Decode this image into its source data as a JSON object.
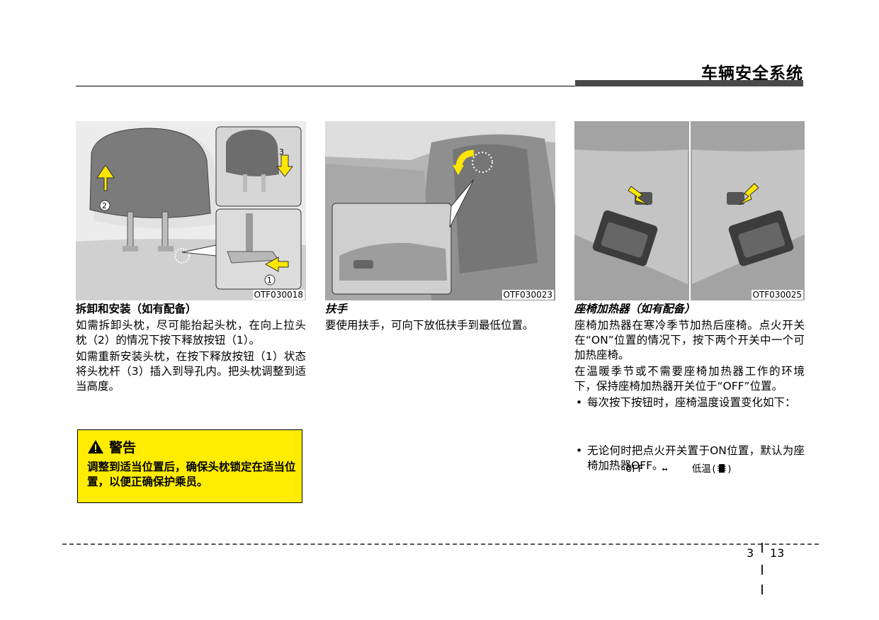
{
  "header": {
    "title": "车辆安全系统"
  },
  "figures": {
    "f1": {
      "code": "OTF030018"
    },
    "f2": {
      "code": "OTF030023"
    },
    "f3": {
      "code": "OTF030025"
    }
  },
  "col1": {
    "title": "拆卸和安装（如有配备）",
    "p1": "如需拆卸头枕，尽可能抬起头枕，在向上拉头枕（2）的情况下按下释放按钮（1）。",
    "p2": "如需重新安装头枕，在按下释放按钮（1）状态将头枕杆（3）插入到导孔内。把头枕调整到适当高度。"
  },
  "warning": {
    "heading": "警告",
    "text": "调整到适当位置后，确保头枕锁定在适当位置，以便正确保护乘员。"
  },
  "col2": {
    "title": "扶手",
    "p1": "要使用扶手，可向下放低扶手到最低位置。"
  },
  "col3": {
    "title": "座椅加热器（如有配备）",
    "p1": "座椅加热器在寒冷季节加热后座椅。点火开关在“ON”位置的情况下，按下两个开关中一个可加热座椅。",
    "p2": "在温暖季节或不需要座椅加热器工作的环境下，保持座椅加热器开关位于“OFF”位置。",
    "b1": "每次按下按钮时，座椅温度设置变化如下：",
    "heat_off": "OFF",
    "heat_arrow": "↔",
    "heat_low": "低温(",
    "heat_close": ")",
    "b2": "无论何时把点火开关置于ON位置，默认为座椅加热器OFF。"
  },
  "footer": {
    "chapter": "3",
    "page": "13"
  }
}
